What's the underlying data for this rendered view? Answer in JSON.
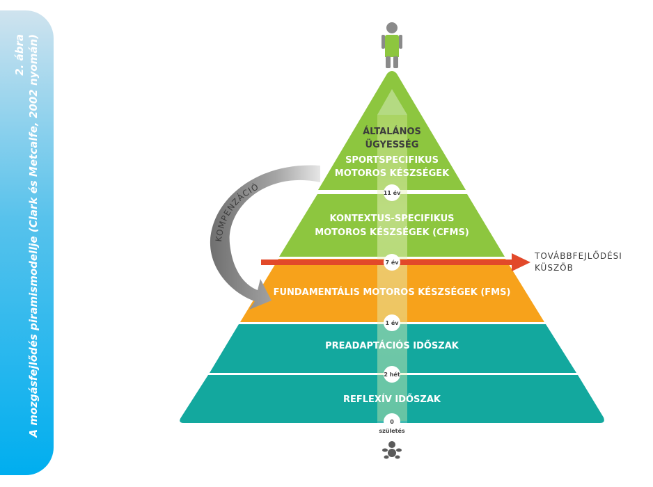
{
  "figure": {
    "number": "2. ábra",
    "caption": "A mozgásfejlődés piramismodellje (Clark és Metcalfe, 2002 nyomán)"
  },
  "levels": {
    "general_line1": "ÁLTALÁNOS",
    "general_line2": "ÜGYESSÉG",
    "sport_line1": "SPORTSPECIFIKUS",
    "sport_line2": "MOTOROS KÉSZSÉGEK",
    "context_line1": "KONTEXTUS-SPECIFIKUS",
    "context_line2": "MOTOROS KÉSZSÉGEK (CFMS)",
    "fms": "FUNDAMENTÁLIS MOTOROS KÉSZSÉGEK (FMS)",
    "preadapt": "PREADAPTÁCIÓS IDŐSZAK",
    "reflex": "REFLEXÍV IDŐSZAK"
  },
  "ages": {
    "eleven": "11 év",
    "seven": "7 év",
    "one": "1 év",
    "two_weeks": "2 hét",
    "zero": "0",
    "birth": "születés"
  },
  "threshold": {
    "line1": "TOVÁBBFEJLŐDÉSI",
    "line2": "KÜSZÖB"
  },
  "compensation": "KOMPENZÁCIÓ",
  "colors": {
    "green": "#8dc63f",
    "orange": "#f7a21b",
    "teal": "#13a89e",
    "arrow_red": "#e2492a",
    "gray_arrow": "#8a8a8a",
    "sidebar": "#00aeef"
  },
  "icons": [
    "adult-figure-icon",
    "baby-icon"
  ]
}
